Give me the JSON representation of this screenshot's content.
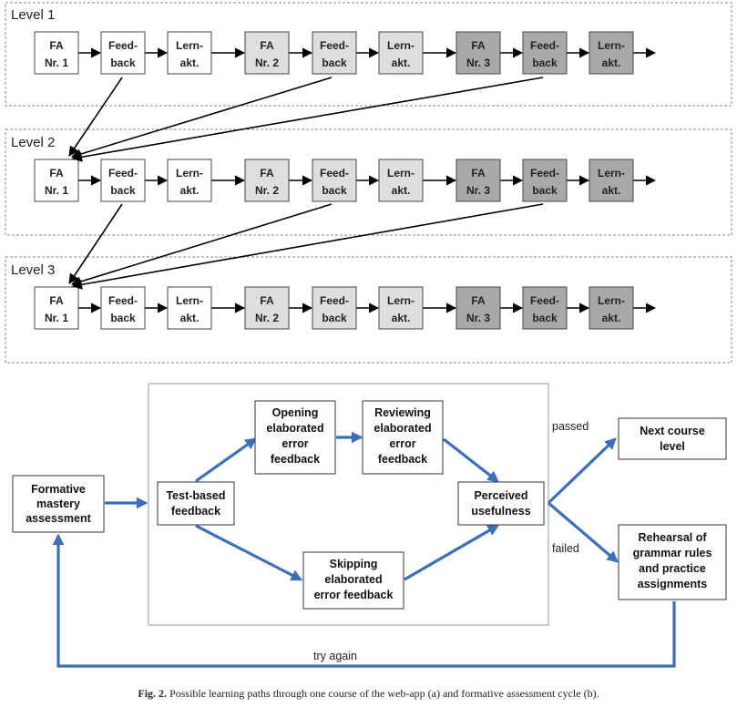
{
  "levels": [
    {
      "title": "Level 1",
      "nodes": [
        {
          "line1": "FA",
          "line2": "Nr. 1",
          "shade": 1
        },
        {
          "line1": "Feed-",
          "line2": "back",
          "shade": 1
        },
        {
          "line1": "Lern-",
          "line2": "akt.",
          "shade": 1
        },
        {
          "line1": "FA",
          "line2": "Nr. 2",
          "shade": 2
        },
        {
          "line1": "Feed-",
          "line2": "back",
          "shade": 2
        },
        {
          "line1": "Lern-",
          "line2": "akt.",
          "shade": 2
        },
        {
          "line1": "FA",
          "line2": "Nr. 3",
          "shade": 3
        },
        {
          "line1": "Feed-",
          "line2": "back",
          "shade": 3
        },
        {
          "line1": "Lern-",
          "line2": "akt.",
          "shade": 3
        }
      ]
    },
    {
      "title": "Level 2",
      "nodes": [
        {
          "line1": "FA",
          "line2": "Nr. 1",
          "shade": 1
        },
        {
          "line1": "Feed-",
          "line2": "back",
          "shade": 1
        },
        {
          "line1": "Lern-",
          "line2": "akt.",
          "shade": 1
        },
        {
          "line1": "FA",
          "line2": "Nr. 2",
          "shade": 2
        },
        {
          "line1": "Feed-",
          "line2": "back",
          "shade": 2
        },
        {
          "line1": "Lern-",
          "line2": "akt.",
          "shade": 2
        },
        {
          "line1": "FA",
          "line2": "Nr. 3",
          "shade": 3
        },
        {
          "line1": "Feed-",
          "line2": "back",
          "shade": 3
        },
        {
          "line1": "Lern-",
          "line2": "akt.",
          "shade": 3
        }
      ]
    },
    {
      "title": "Level 3",
      "nodes": [
        {
          "line1": "FA",
          "line2": "Nr. 1",
          "shade": 1
        },
        {
          "line1": "Feed-",
          "line2": "back",
          "shade": 1
        },
        {
          "line1": "Lern-",
          "line2": "akt.",
          "shade": 1
        },
        {
          "line1": "FA",
          "line2": "Nr. 2",
          "shade": 2
        },
        {
          "line1": "Feed-",
          "line2": "back",
          "shade": 2
        },
        {
          "line1": "Lern-",
          "line2": "akt.",
          "shade": 2
        },
        {
          "line1": "FA",
          "line2": "Nr. 3",
          "shade": 3
        },
        {
          "line1": "Feed-",
          "line2": "back",
          "shade": 3
        },
        {
          "line1": "Lern-",
          "line2": "akt.",
          "shade": 3
        }
      ]
    }
  ],
  "cycle": {
    "formative": [
      "Formative",
      "mastery",
      "assessment"
    ],
    "test_based": [
      "Test-based",
      "feedback"
    ],
    "opening": [
      "Opening",
      "elaborated",
      "error",
      "feedback"
    ],
    "reviewing": [
      "Reviewing",
      "elaborated",
      "error",
      "feedback"
    ],
    "skipping": [
      "Skipping",
      "elaborated",
      "error feedback"
    ],
    "perceived": [
      "Perceived",
      "usefulness"
    ],
    "next_level": [
      "Next course",
      "level"
    ],
    "rehearsal": [
      "Rehearsal of",
      "grammar rules",
      "and practice",
      "assignments"
    ],
    "label_passed": "passed",
    "label_failed": "failed",
    "label_try_again": "try again"
  },
  "caption": {
    "label": "Fig. 2.",
    "text": "Possible learning paths through one course of the web-app (a) and formative assessment cycle (b)."
  },
  "colors": {
    "arrow_blue": "#3c6fb8",
    "shade_light": "#dedede",
    "shade_dark": "#a9a9a9"
  }
}
